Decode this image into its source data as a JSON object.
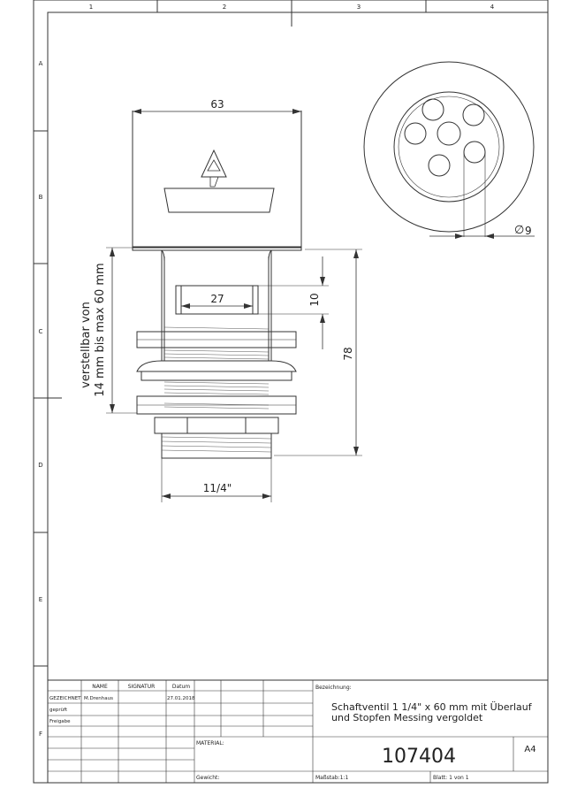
{
  "frame": {
    "columns": [
      "1",
      "2",
      "3",
      "4"
    ],
    "rows": [
      "A",
      "B",
      "C",
      "D",
      "E",
      "F"
    ]
  },
  "dimensions": {
    "width_top": "63",
    "slot_width": "27",
    "slot_height": "10",
    "total_height": "78",
    "thread": "11/4\"",
    "adjust_line1": "verstellbar von",
    "adjust_line2": "14 mm bis max 60 mm",
    "hole_dia": "9",
    "diameter_symbol": "∅"
  },
  "title_block": {
    "col_name": "NAME",
    "col_signatur": "SIGNATUR",
    "col_datum": "Datum",
    "row_gezeichnet": "GEZEICHNET",
    "gezeichnet_name": "M.Drenhaus",
    "gezeichnet_datum": "27.01.2018",
    "row_geprueft": "geprüft",
    "row_freigabe": "Freigabe",
    "bezeichnung_label": "Bezeichnung:",
    "bezeichnung_line1": "Schaftventil 1 1/4\" x 60 mm mit Überlauf",
    "bezeichnung_line2": "und Stopfen Messing vergoldet",
    "material_label": "MATERIAL:",
    "part_number": "107404",
    "format": "A4",
    "gewicht_label": "Gewicht:",
    "massstab": "Maßstab:1:1",
    "blatt": "Blatt: 1 von 1"
  }
}
